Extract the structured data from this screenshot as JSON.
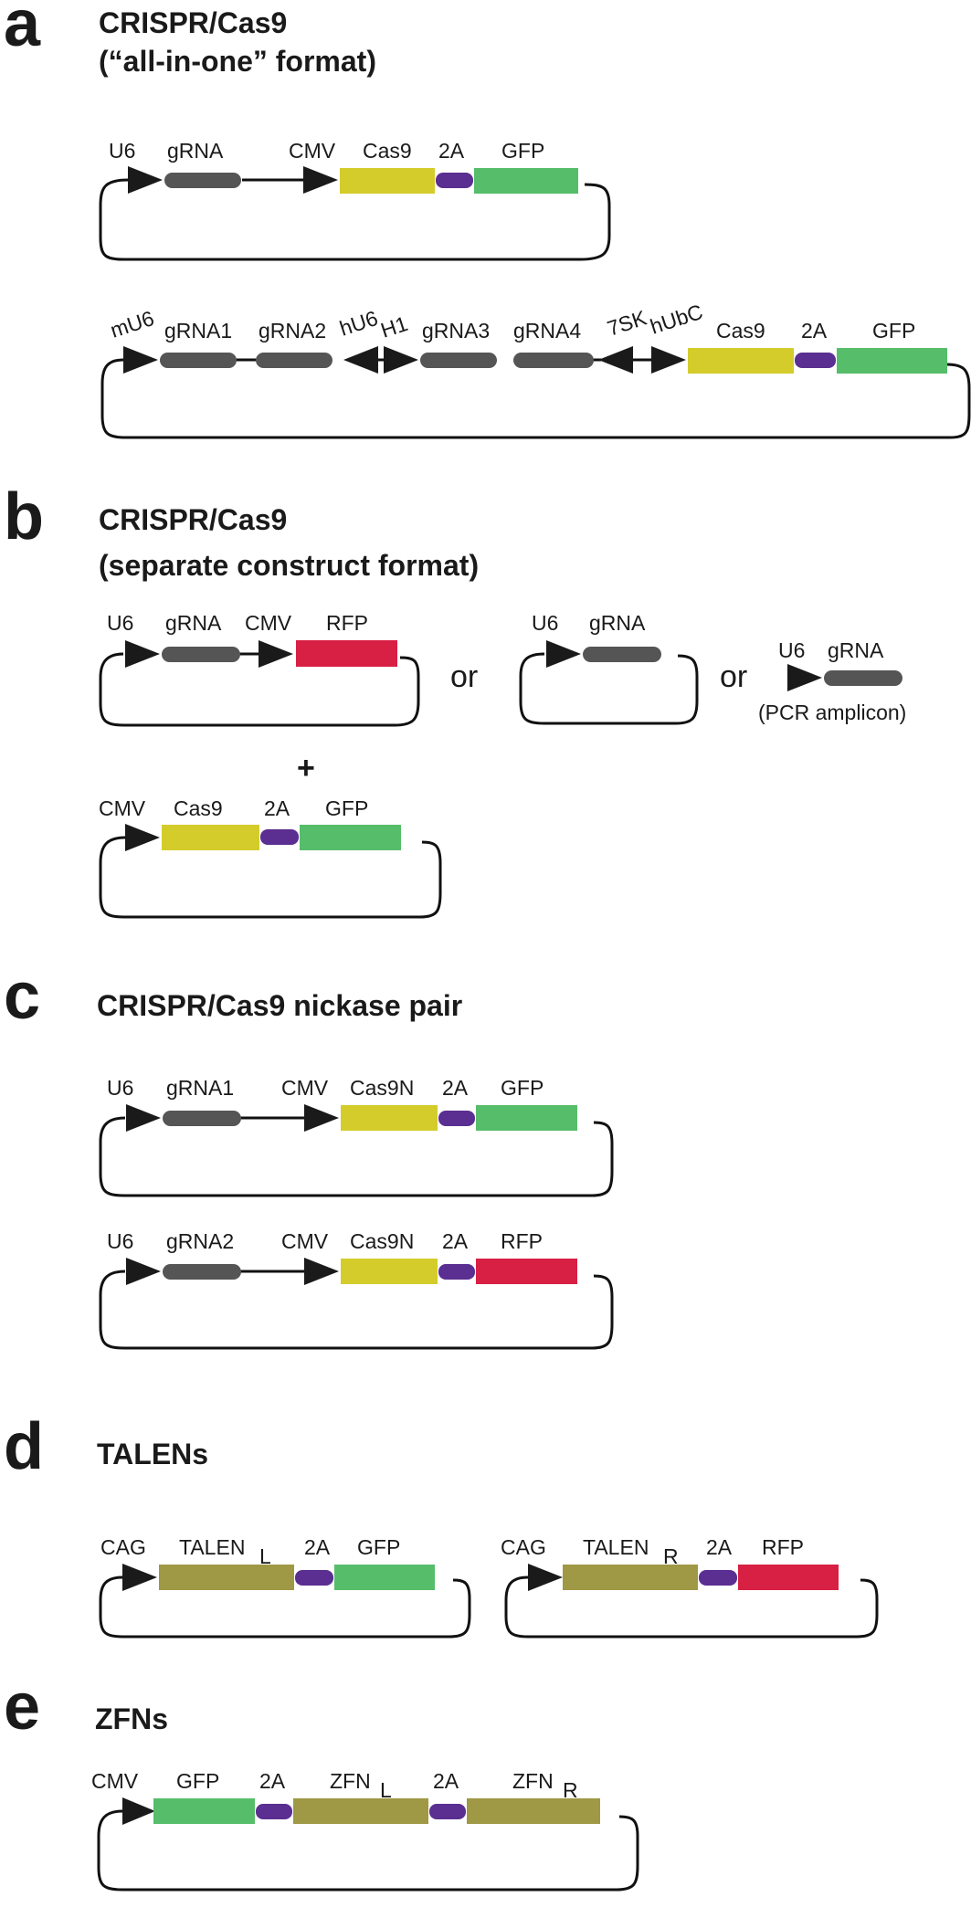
{
  "colors": {
    "cas9": "#d4cc2b",
    "gfp": "#56bd6a",
    "rfp": "#d81f44",
    "linker_2a": "#5b2e91",
    "grna": "#555555",
    "talen": "#9f9844",
    "zfn": "#9f9844",
    "promoter": "#1a1a1a"
  },
  "icons": {
    "promoter": "right-triangle-arrow",
    "grna": "rounded-bar"
  },
  "panels": {
    "a": {
      "label": "a",
      "title_line1": "CRISPR/Cas9",
      "title_line2": "(“all-in-one” format)",
      "c1": {
        "u6": "U6",
        "grna": "gRNA",
        "cmv": "CMV",
        "cas9": "Cas9",
        "p2a": "2A",
        "gfp": "GFP"
      },
      "c2": {
        "mu6": "mU6",
        "grna1": "gRNA1",
        "grna2": "gRNA2",
        "hu6": "hU6",
        "h1": "H1",
        "grna3": "gRNA3",
        "grna4": "gRNA4",
        "sevensk": "7SK",
        "hubc": "hUbC",
        "cas9": "Cas9",
        "p2a": "2A",
        "gfp": "GFP"
      }
    },
    "b": {
      "label": "b",
      "title_line1": "CRISPR/Cas9",
      "title_line2": "(separate construct format)",
      "c1": {
        "u6": "U6",
        "grna": "gRNA",
        "cmv": "CMV",
        "rfp": "RFP"
      },
      "or1": "or",
      "c2": {
        "u6": "U6",
        "grna": "gRNA"
      },
      "or2": "or",
      "c3": {
        "u6": "U6",
        "grna": "gRNA",
        "note": "(PCR amplicon)"
      },
      "plus": "+",
      "c4": {
        "cmv": "CMV",
        "cas9": "Cas9",
        "p2a": "2A",
        "gfp": "GFP"
      }
    },
    "c": {
      "label": "c",
      "title": "CRISPR/Cas9 nickase pair",
      "c1": {
        "u6": "U6",
        "grna": "gRNA1",
        "cmv": "CMV",
        "cas9n": "Cas9N",
        "p2a": "2A",
        "gfp": "GFP"
      },
      "c2": {
        "u6": "U6",
        "grna": "gRNA2",
        "cmv": "CMV",
        "cas9n": "Cas9N",
        "p2a": "2A",
        "rfp": "RFP"
      }
    },
    "d": {
      "label": "d",
      "title": "TALENs",
      "c1": {
        "cag": "CAG",
        "talen": "TALEN",
        "talen_sub": "L",
        "p2a": "2A",
        "gfp": "GFP"
      },
      "c2": {
        "cag": "CAG",
        "talen": "TALEN",
        "talen_sub": "R",
        "p2a": "2A",
        "rfp": "RFP"
      }
    },
    "e": {
      "label": "e",
      "title": "ZFNs",
      "c1": {
        "cmv": "CMV",
        "gfp": "GFP",
        "p2a_1": "2A",
        "zfn_l": "ZFN",
        "zfn_l_sub": "L",
        "p2a_2": "2A",
        "zfn_r": "ZFN",
        "zfn_r_sub": "R"
      }
    }
  }
}
